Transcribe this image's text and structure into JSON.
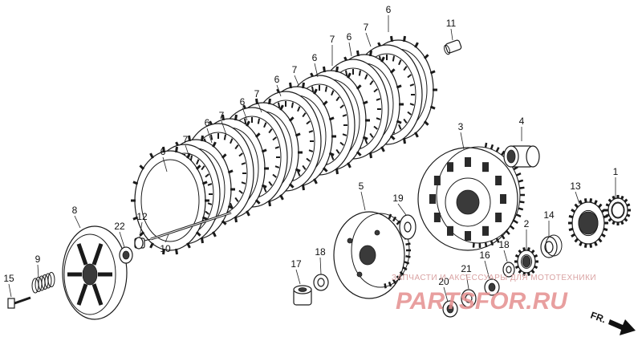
{
  "labels": [
    {
      "id": "p6a",
      "text": "6"
    },
    {
      "id": "p11",
      "text": "11"
    },
    {
      "id": "p7a",
      "text": "7"
    },
    {
      "id": "p6b",
      "text": "6"
    },
    {
      "id": "p7b",
      "text": "7"
    },
    {
      "id": "p6c",
      "text": "6"
    },
    {
      "id": "p7c",
      "text": "7"
    },
    {
      "id": "p6d",
      "text": "6"
    },
    {
      "id": "p7d",
      "text": "7"
    },
    {
      "id": "p6e",
      "text": "6"
    },
    {
      "id": "p7e",
      "text": "7"
    },
    {
      "id": "p6f",
      "text": "6"
    },
    {
      "id": "p7f",
      "text": "7"
    },
    {
      "id": "p6g",
      "text": "6"
    },
    {
      "id": "p3",
      "text": "3"
    },
    {
      "id": "p4",
      "text": "4"
    },
    {
      "id": "p1",
      "text": "1"
    },
    {
      "id": "p13",
      "text": "13"
    },
    {
      "id": "p5",
      "text": "5"
    },
    {
      "id": "p19",
      "text": "19"
    },
    {
      "id": "p8",
      "text": "8"
    },
    {
      "id": "p22",
      "text": "22"
    },
    {
      "id": "p12",
      "text": "12"
    },
    {
      "id": "p10",
      "text": "10"
    },
    {
      "id": "p2",
      "text": "2"
    },
    {
      "id": "p14",
      "text": "14"
    },
    {
      "id": "p9",
      "text": "9"
    },
    {
      "id": "p18a",
      "text": "18"
    },
    {
      "id": "p17",
      "text": "17"
    },
    {
      "id": "p18b",
      "text": "18"
    },
    {
      "id": "p16",
      "text": "16"
    },
    {
      "id": "p21",
      "text": "21"
    },
    {
      "id": "p20",
      "text": "20"
    },
    {
      "id": "p15",
      "text": "15"
    }
  ],
  "watermark": {
    "caption": "ЗАПЧАСТИ И АКСЕССУАРЫ ДЛЯ МОТОТЕХНИКИ",
    "brand": "PARTSFOR.RU"
  },
  "direction": {
    "text": "FR."
  }
}
